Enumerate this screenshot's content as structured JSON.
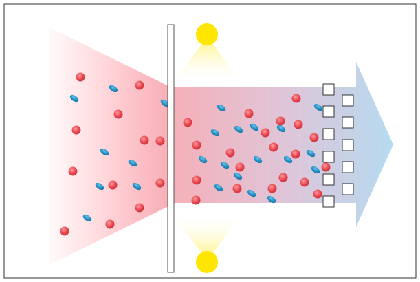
{
  "colors": {
    "frame": "#333333",
    "cone_start": "#ff8f99",
    "beam_red": "#f4a2ab",
    "beam_blue": "#a8d4ee",
    "arrow_head": "#8fc8e8",
    "light_yellow": "#ffe600",
    "light_glow": "#fff3a0",
    "red_particle": "#e8454e",
    "blue_particle": "#1f8fc4",
    "filter_plate": "#ffffff",
    "detector_outline": "#333333"
  },
  "diagram": {
    "elements": [
      "particle-source-cone",
      "filter-plate",
      "top-light-source",
      "bottom-light-source",
      "particle-beam-arrow",
      "detector-array",
      "red-particles",
      "blue-particles"
    ]
  }
}
